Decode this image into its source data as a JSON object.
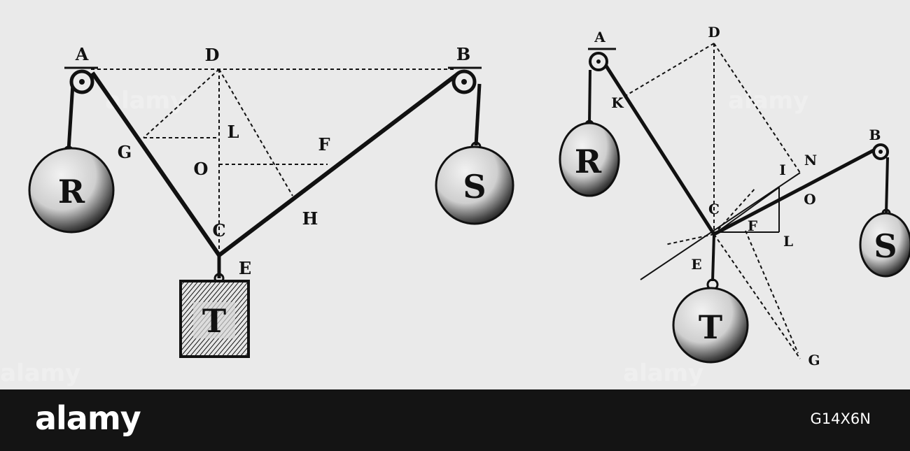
{
  "fig1": {
    "labels": {
      "A": "A",
      "D": "D",
      "B": "B",
      "G": "G",
      "L": "L",
      "F": "F",
      "O": "O",
      "C": "C",
      "H": "H",
      "E": "E",
      "R": "R",
      "S": "S",
      "T": "T"
    }
  },
  "fig2": {
    "labels": {
      "A": "A",
      "D": "D",
      "K": "K",
      "B": "B",
      "I": "I",
      "N": "N",
      "O": "O",
      "C": "C",
      "F": "F",
      "L": "L",
      "E": "E",
      "G": "G",
      "R": "R",
      "S": "S",
      "T": "T"
    }
  },
  "watermark": {
    "text": "alamy"
  },
  "footer": {
    "brand": "alamy",
    "stock_id": "G14X6N"
  },
  "colors": {
    "paper": "#eaeaea",
    "ink": "#111111",
    "footer": "#141414"
  }
}
